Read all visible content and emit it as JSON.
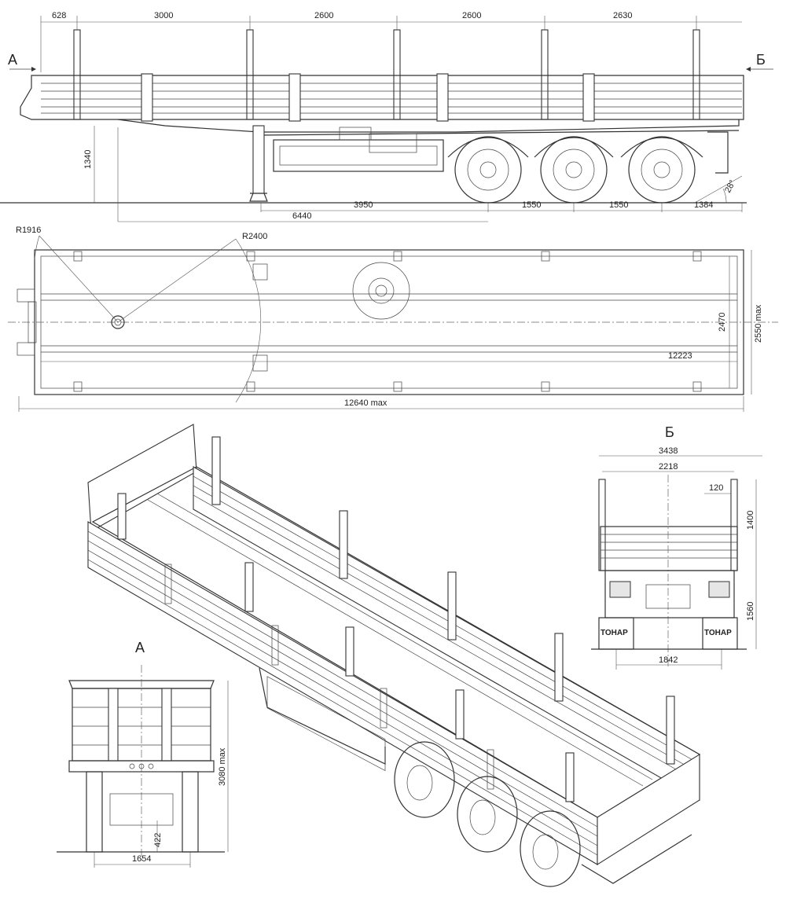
{
  "side_view": {
    "view_a_marker": "А",
    "view_b_marker": "Б",
    "top_dims": [
      "628",
      "3000",
      "2600",
      "2600",
      "2630"
    ],
    "height_dim": "1340",
    "bottom_dims": [
      "3950",
      "1550",
      "1550",
      "1384"
    ],
    "overall_dim": "6440",
    "angle": "28°"
  },
  "plan_view": {
    "r_small": "R1916",
    "r_large": "R2400",
    "inner_length": "12223",
    "overall_length": "12640 max",
    "inner_width": "2470",
    "overall_width": "2550 max"
  },
  "view_b": {
    "title": "Б",
    "top_width": "3438",
    "inner_width": "2218",
    "offset": "120",
    "side_height": "1400",
    "floor_height": "1560",
    "track": "1842",
    "brand_left": "ТОНАР",
    "brand_right": "ТОНАР"
  },
  "view_a": {
    "title": "А",
    "total_height": "3080 max",
    "kingpin_height": "422",
    "support_width": "1654"
  }
}
